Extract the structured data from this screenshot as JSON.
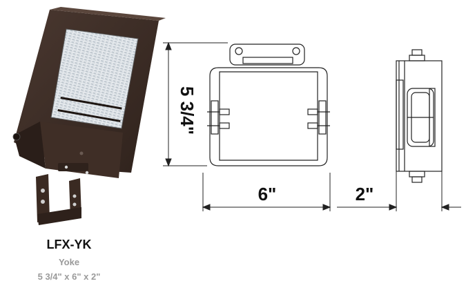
{
  "product": {
    "model": "LFX-YK",
    "type": "Yoke",
    "dimensions": "5 3/4\" x 6\" x 2\""
  },
  "drawing": {
    "height_label": "5 3/4\"",
    "width_label": "6\"",
    "depth_label": "2\""
  },
  "colors": {
    "housing": "#3b2a23",
    "line": "#222222",
    "caption_grey": "#9a9a9a"
  }
}
